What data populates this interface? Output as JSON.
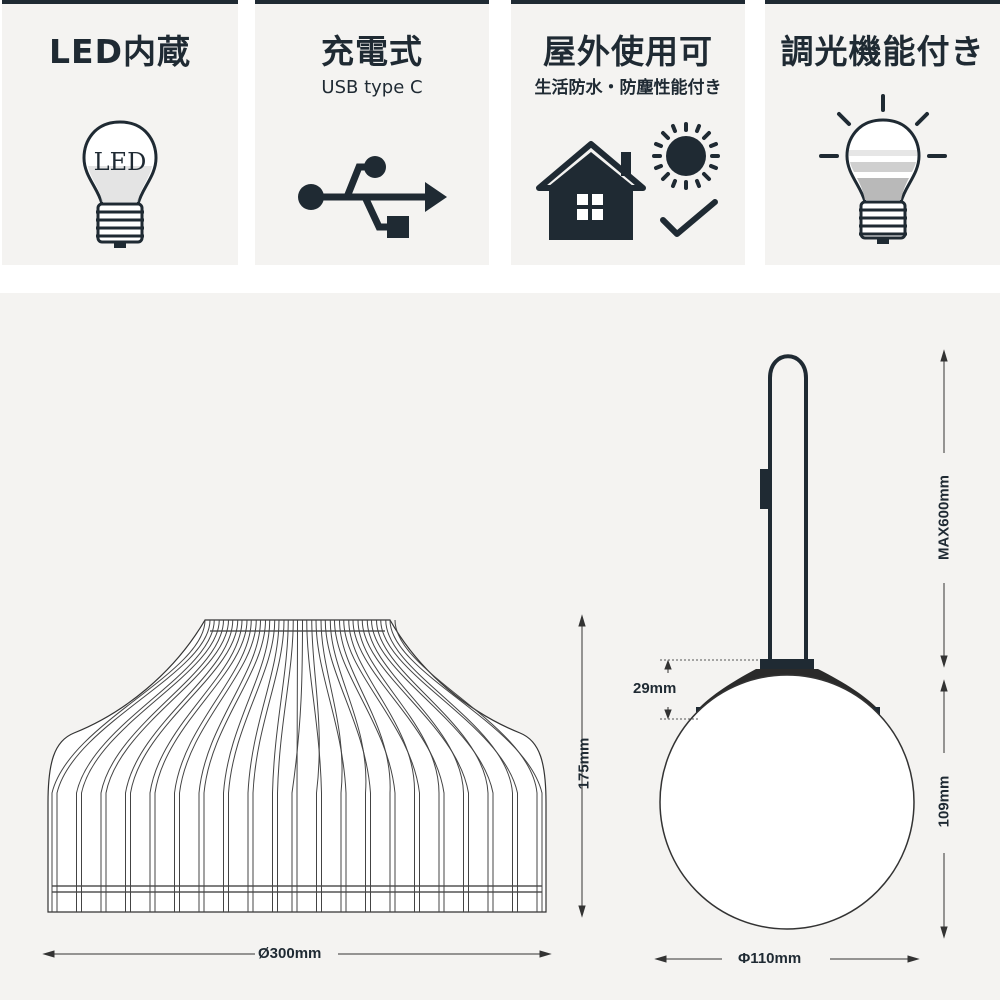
{
  "features": [
    {
      "title": "LED内蔵",
      "subtitle": "",
      "icon": "led-bulb-icon",
      "bulb_text": "LED"
    },
    {
      "title": "充電式",
      "subtitle": "USB type C",
      "icon": "usb-icon"
    },
    {
      "title": "屋外使用可",
      "subtitle": "生活防水・防塵性能付き",
      "icon": "house-sun-check-icon"
    },
    {
      "title": "調光機能付き",
      "subtitle": "",
      "icon": "dimmable-bulb-icon"
    }
  ],
  "dimensions": {
    "shade_width": "Ø300mm",
    "shade_height": "175mm",
    "cap_height": "29mm",
    "globe_height": "109mm",
    "max_length": "MAX600mm",
    "globe_diameter": "Φ110mm"
  },
  "colors": {
    "dark": "#1f2a33",
    "card_bg": "#f4f3f1",
    "line": "#333333"
  }
}
